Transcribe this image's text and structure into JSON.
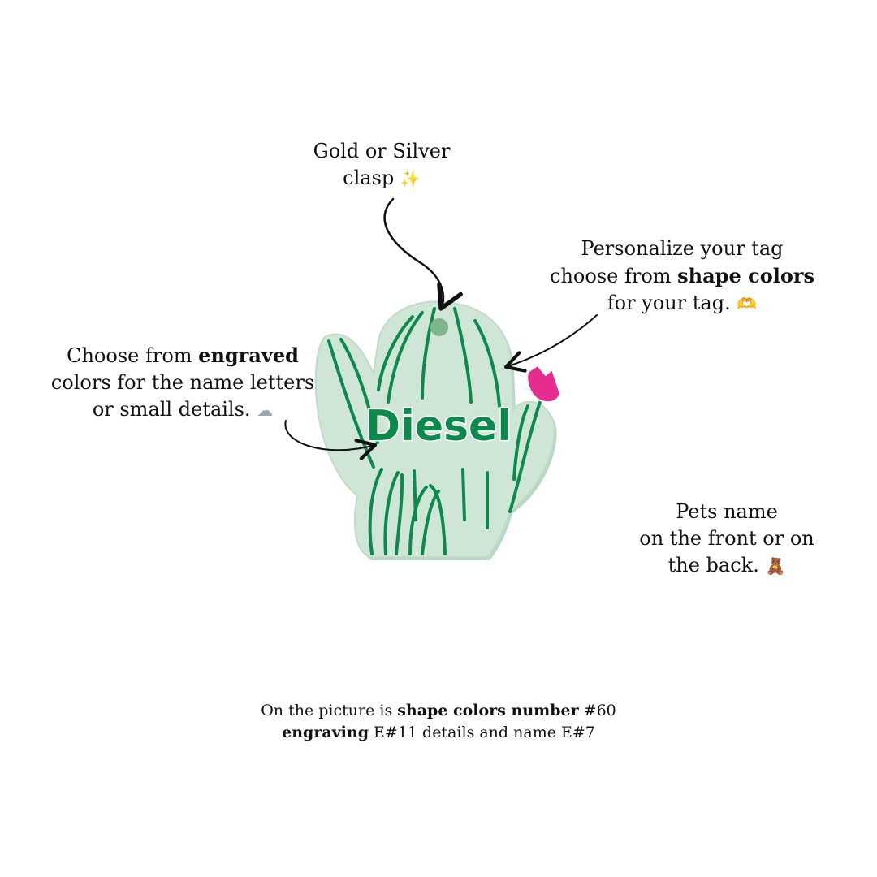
{
  "colors": {
    "tag_body": "#cfe6d6",
    "tag_edge": "#b9d8c3",
    "engraving": "#0b8a4c",
    "flower": "#e62c8e",
    "arrow": "#111111"
  },
  "tag": {
    "name": "Diesel"
  },
  "annotations": {
    "clasp": {
      "line1": "Gold or Silver",
      "line2": "clasp",
      "emoji": "✨",
      "emoji_icon": "sparkles-icon"
    },
    "shape": {
      "line1": "Personalize your tag",
      "line2_prefix": "choose from ",
      "line2_bold": "shape colors",
      "line3": "for your tag.",
      "emoji": "🫶",
      "emoji_icon": "heart-hands-icon"
    },
    "engraved": {
      "line1_prefix": "Choose from ",
      "line1_bold": "engraved",
      "line2": "colors for the name letters",
      "line3": "or small details.",
      "emoji": "☁",
      "emoji_icon": "cloud-icon"
    },
    "name": {
      "line1": "Pets name",
      "line2": "on the front or on",
      "line3": "the back.",
      "emoji": "🧸",
      "emoji_icon": "teddy-bear-icon"
    }
  },
  "footer": {
    "line1_prefix": "On the picture is ",
    "line1_bold": "shape colors number",
    "line1_suffix": " #60",
    "line2_bold": "engraving",
    "line2_suffix": " E#11 details and name E#7"
  }
}
